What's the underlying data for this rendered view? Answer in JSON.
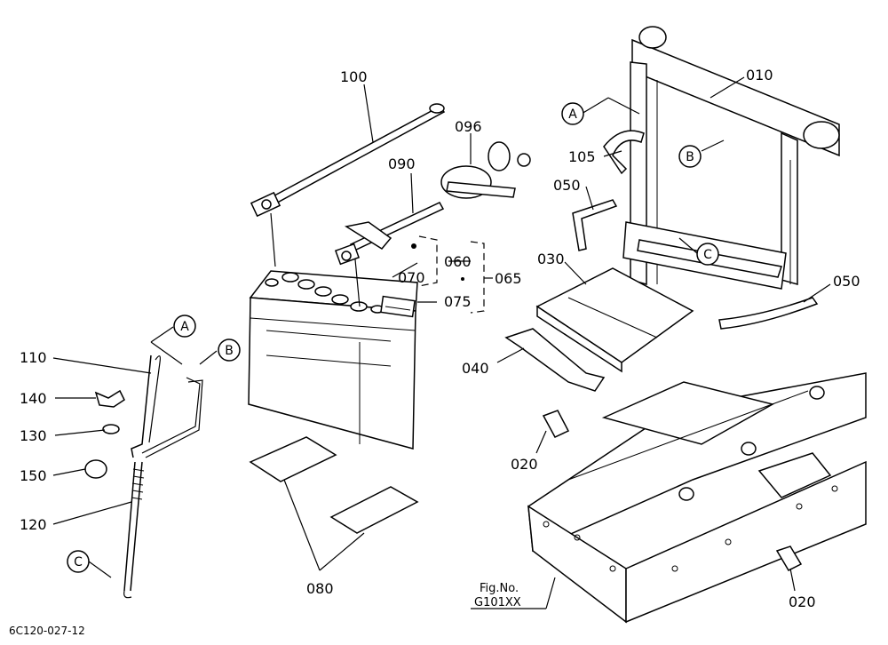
{
  "labels": {
    "p010": "010",
    "p020a": "020",
    "p020b": "020",
    "p030": "030",
    "p040": "040",
    "p050a": "050",
    "p050b": "050",
    "p060": "060",
    "p065": "065",
    "p070": "070",
    "p075": "075",
    "p080": "080",
    "p090": "090",
    "p096": "096",
    "p100": "100",
    "p105": "105",
    "p110": "110",
    "p120": "120",
    "p130": "130",
    "p140": "140",
    "p150": "150"
  },
  "callouts": {
    "a_frame": "A",
    "b_frame": "B",
    "c_frame": "C",
    "a_rod": "A",
    "b_rod": "B",
    "c_rod": "C"
  },
  "figref": {
    "line1": "Fig.No.",
    "line2": "G101XX"
  },
  "drawing_code": "6C120-027-12"
}
